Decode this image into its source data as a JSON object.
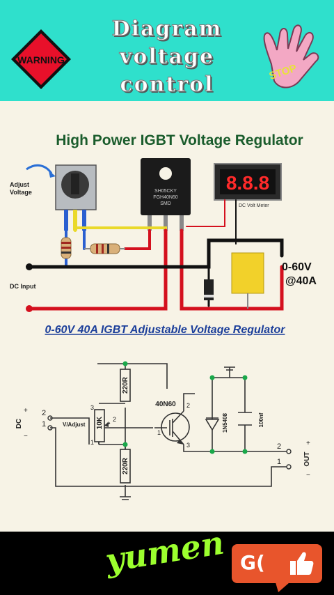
{
  "header": {
    "title_lines": [
      "Diagram",
      "voltage",
      "control"
    ],
    "warning_sign": "WARNING",
    "stop_sign": "STOP",
    "colors": {
      "banner": "#2fe0cc",
      "warning": "#e8102a",
      "hand": "#f3a8c4"
    }
  },
  "diagram": {
    "title": "High Power IGBT Voltage Regulator",
    "adjust_label": [
      "Adjust",
      "Voltage"
    ],
    "chip_label": [
      "SH05CKY",
      "FGH40N60",
      "SMD"
    ],
    "meter_display": "8.8.8",
    "meter_label": "DC Volt Meter",
    "output_label": [
      "0-60V",
      "@40A"
    ],
    "dc_input_label": "DC Input",
    "subtitle": "0-60V 40A IGBT Adjustable Voltage Regulator",
    "colors": {
      "title": "#1a5c2c",
      "subtitle": "#1c3f9a",
      "wire_red": "#d4101e",
      "wire_black": "#111111",
      "wire_yellow": "#ead92a",
      "wire_blue": "#2a5fd0",
      "node": "#1aa84a"
    }
  },
  "schematic": {
    "dc_label": "DC",
    "dc_plus": "+",
    "dc_minus": "−",
    "pin_in_2": "2",
    "pin_in_1": "1",
    "resistor_top": "220R",
    "resistor_bottom": "220R",
    "pot_value": "10K",
    "pot_label": "V/Adjust",
    "pot_pin_3": "3",
    "pot_pin_2": "2",
    "pot_pin_1": "1",
    "igbt_label": "40N60",
    "igbt_pin_1": "1",
    "igbt_pin_2": "2",
    "igbt_pin_3": "3",
    "diode_label": "1N5408",
    "cap_label": "100nf",
    "out_label": "OUT",
    "out_plus": "+",
    "out_minus": "−",
    "pin_out_2": "2",
    "pin_out_1": "1"
  },
  "footer": {
    "brand": "yumen",
    "button_text": "G(",
    "like_icon": "thumbs-up-icon",
    "colors": {
      "brand": "#9cff2e",
      "button": "#e8552c"
    }
  }
}
